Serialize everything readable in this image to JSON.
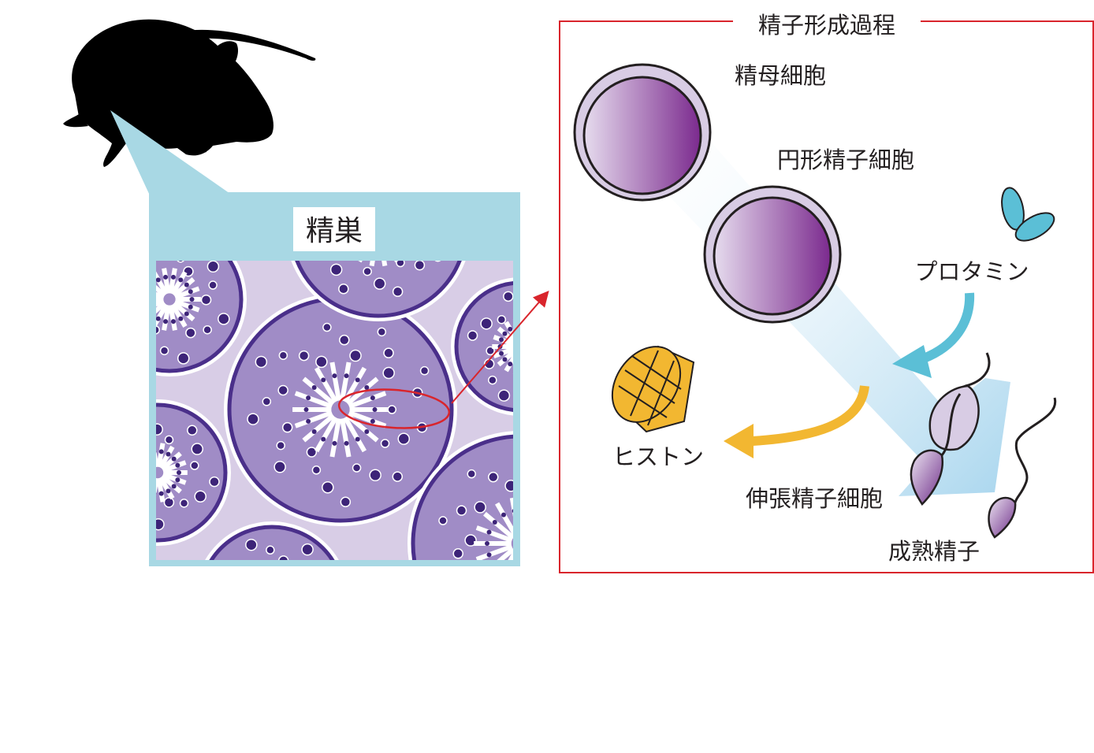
{
  "testis_label": "精巣",
  "process": {
    "title": "精子形成過程",
    "spermatocyte": "精母細胞",
    "round_spermatid": "円形精子細胞",
    "elongating_spermatid": "伸張精子細胞",
    "mature_sperm": "成熟精子",
    "protamine": "プロタミン",
    "histone": "ヒストン"
  },
  "colors": {
    "testis_frame": "#a8d8e4",
    "tissue_light": "#d8cde6",
    "tubule_fill": "#a08cc6",
    "tubule_border": "#4a2f8a",
    "cell_dark": "#3d2478",
    "frame_red": "#d9252c",
    "protamine_blue": "#5bbfd6",
    "histone_orange": "#f2b731",
    "cell_gradient_start": "#e2d8ea",
    "cell_gradient_end": "#7b2a8e"
  }
}
